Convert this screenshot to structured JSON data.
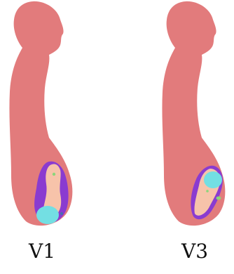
{
  "colors": {
    "mother_body": "#e27b7c",
    "uterus": "#8a3bd0",
    "fetal_body": "#f7c3aa",
    "fetal_head": "#73dfe3",
    "placenta_or_limb_highlight": "#8ad67a",
    "small_feature": "#4b6bb0"
  },
  "panels": [
    {
      "caption": "V1",
      "icon": "sagittal-maternal-fetal-segmentation"
    },
    {
      "caption": "V3",
      "icon": "sagittal-maternal-fetal-segmentation"
    }
  ]
}
